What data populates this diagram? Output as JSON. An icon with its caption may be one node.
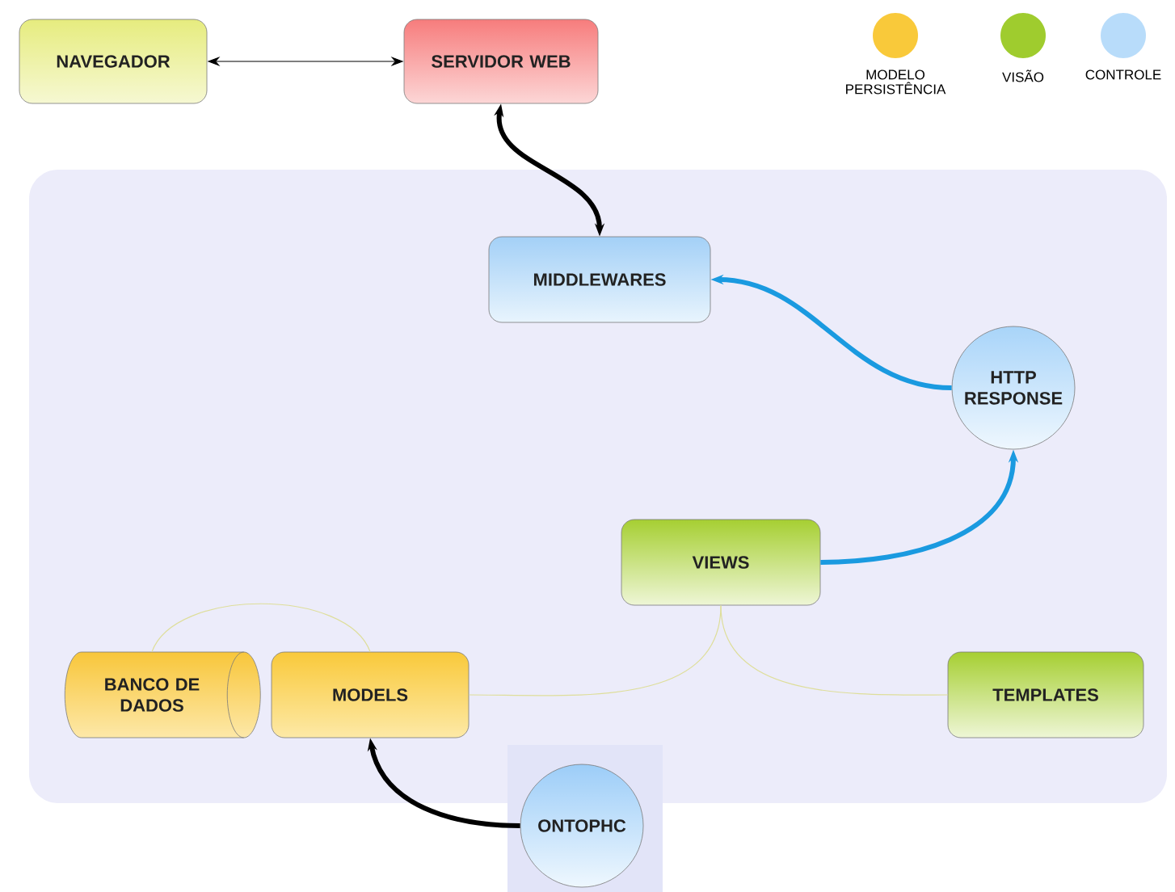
{
  "diagram": {
    "nodes": [
      {
        "text": [
          "NAVEGADOR"
        ]
      },
      {
        "text": [
          "SERVIDOR WEB"
        ]
      },
      {
        "text": [
          "MIDDLEWARES"
        ]
      },
      {
        "text": [
          "HTTP RESPONSE"
        ]
      },
      {
        "text": [
          "VIEWS"
        ]
      },
      {
        "text": [
          "BANCO DE DADOS"
        ]
      },
      {
        "text": [
          "MODELS"
        ]
      },
      {
        "text": [
          "TEMPLATES"
        ]
      },
      {
        "text": [
          "ONTOPHC"
        ]
      }
    ],
    "edges": [
      {
        "from": 0,
        "to": 1,
        "arrow": "both"
      },
      {
        "from": 1,
        "to": 2,
        "arrow": "both",
        "style": "thick"
      },
      {
        "from": 3,
        "to": 2,
        "arrow": "to",
        "style": "thick",
        "color": "#1a9ae0"
      },
      {
        "from": 4,
        "to": 3,
        "arrow": "to",
        "style": "thick",
        "color": "#1a9ae0"
      },
      {
        "from": 4,
        "to": 6,
        "arrow": "none",
        "color": "#dede9a"
      },
      {
        "from": 4,
        "to": 7,
        "arrow": "none",
        "color": "#dede9a"
      },
      {
        "from": 6,
        "to": 5,
        "arrow": "none",
        "color": "#dede9a"
      },
      {
        "from": 8,
        "to": 6,
        "arrow": "to",
        "style": "thick"
      }
    ],
    "legend": [
      {
        "text": "MODELO PERSISTÊNCIA",
        "color": "#f9c93a"
      },
      {
        "text": "VISÃO",
        "color": "#9fcc2e"
      },
      {
        "text": "CONTROLE",
        "color": "#b8dcfa"
      }
    ]
  }
}
